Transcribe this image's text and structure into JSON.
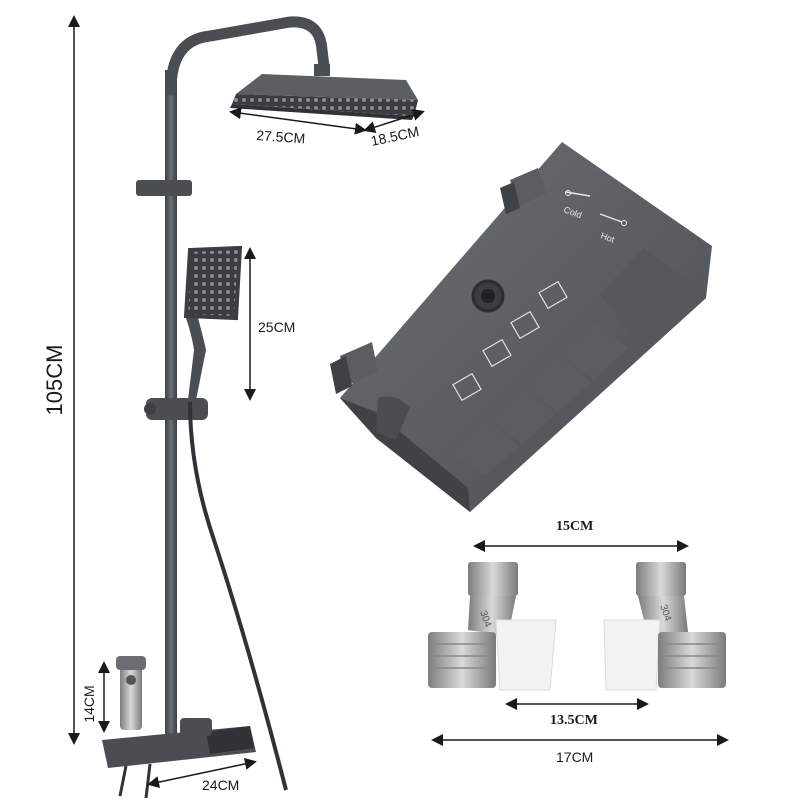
{
  "dimensions": {
    "total_height": "105CM",
    "head_width": "27.5CM",
    "head_depth": "18.5CM",
    "handheld_length": "25CM",
    "faucet_height": "14CM",
    "shelf_width": "24CM",
    "connector_top": "15CM",
    "connector_inner": "13.5CM",
    "connector_total": "17CM"
  },
  "panel": {
    "cold_label": "Cold",
    "hot_label": "Hot"
  },
  "connectors": {
    "stamp": "304"
  },
  "colors": {
    "metal_dark": "#4a4d52",
    "metal_mid": "#5f6368",
    "metal_light": "#7a7e83",
    "steel": "#a8a8a8",
    "teflon": "#f2f2f2"
  }
}
